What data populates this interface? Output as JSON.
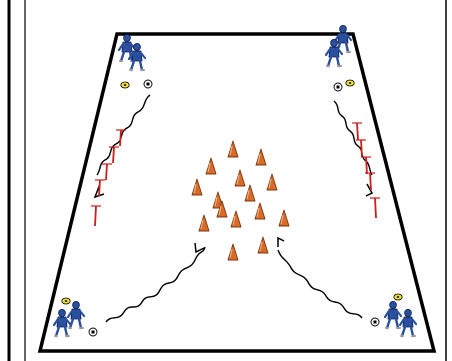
{
  "diagram": {
    "kind": "soccer-drill",
    "line_color": "#000000",
    "cone_color": "#d86a2a",
    "cone_outline": "#7a3810",
    "marker_color": "#cc1f1f",
    "player_color": "#2a4f9e",
    "player_outline": "#0d1f4a",
    "ball_color": "#ffffff",
    "disc_color": "#f2e23a",
    "cone_count": 15,
    "pole_count_per_side": 5,
    "player_groups": [
      "top-left",
      "top-right",
      "bottom-left",
      "bottom-right"
    ],
    "players_per_group": 2
  }
}
